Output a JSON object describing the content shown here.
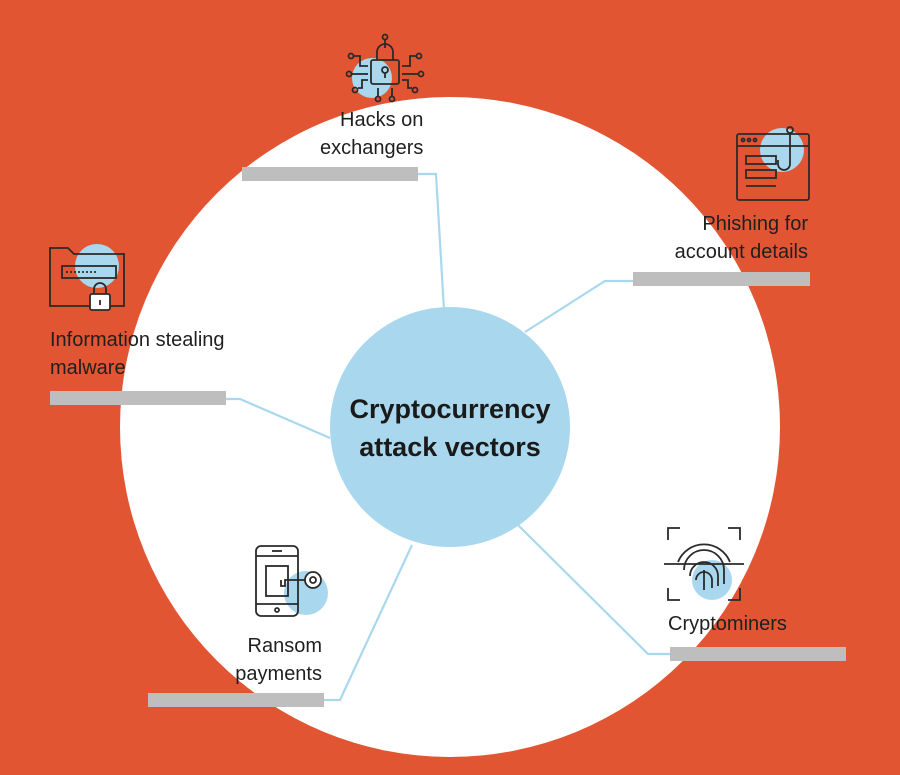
{
  "theme": {
    "background": "#E25533",
    "circle": "#FFFFFF",
    "hub": "#A9D8EE",
    "connector": "#A9D8EE",
    "bar": "#BEBEBE",
    "icon_stroke": "#2a2a2a"
  },
  "center": {
    "line1": "Cryptocurrency",
    "line2": "attack vectors"
  },
  "nodes": [
    {
      "id": "hacks",
      "icon": "padlock-circuit-icon",
      "line1": "Hacks on",
      "line2": "exchangers"
    },
    {
      "id": "phishing",
      "icon": "browser-hook-icon",
      "line1": "Phishing for",
      "line2": "account details"
    },
    {
      "id": "malware",
      "icon": "locked-folder-icon",
      "line1": "Information stealing",
      "line2": "malware"
    },
    {
      "id": "ransom",
      "icon": "phone-key-icon",
      "line1": "Ransom",
      "line2": "payments"
    },
    {
      "id": "miners",
      "icon": "fingerprint-scan-icon",
      "line1": "Cryptominers",
      "line2": ""
    }
  ]
}
